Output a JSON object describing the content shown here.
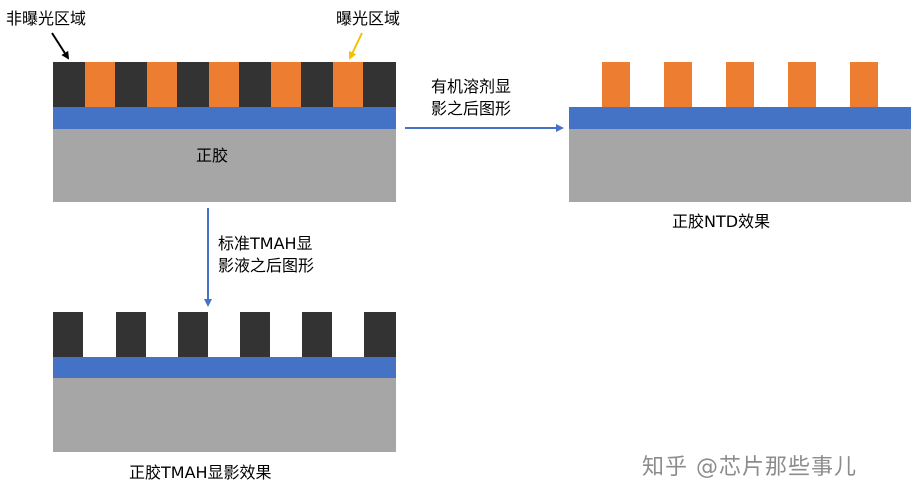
{
  "labels": {
    "unexposed": "非曝光区域",
    "exposed": "曝光区域",
    "positive_resist": "正胶",
    "organic_dev_line1": "有机溶剂显",
    "organic_dev_line2": "影之后图形",
    "ntd_result": "正胶NTD效果",
    "tmah_dev_line1": "标准TMAH显",
    "tmah_dev_line2": "影液之后图形",
    "tmah_result": "正胶TMAH显影效果"
  },
  "watermark": "知乎 @芯片那些事儿",
  "colors": {
    "unexposed_resist": "#333333",
    "exposed_resist": "#ed7d31",
    "film": "#4472c4",
    "substrate": "#a6a6a6",
    "arrow": "#4472c4",
    "exposed_pointer": "#f2c200"
  }
}
